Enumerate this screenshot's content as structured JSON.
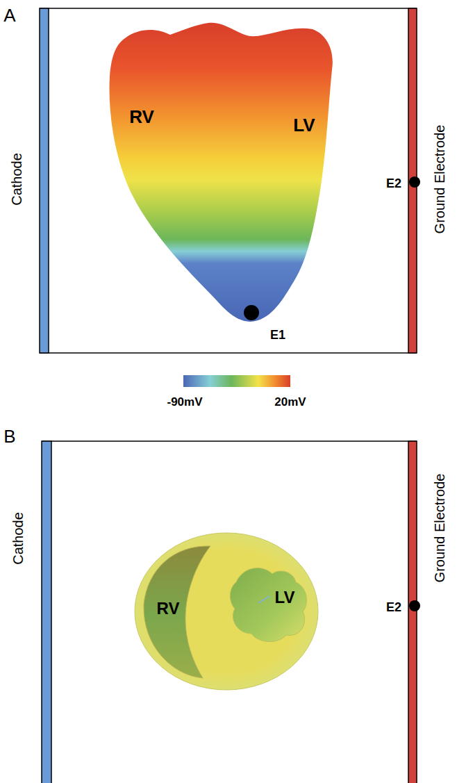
{
  "diagram": {
    "labels": [
      "A",
      "RV",
      "LV",
      "Cathode",
      "Ground Electrode",
      "E1",
      "E2",
      "-90mV",
      "20mV",
      "B",
      "Cathode",
      "Ground Electrode",
      "RV",
      "LV",
      "E2"
    ]
  }
}
